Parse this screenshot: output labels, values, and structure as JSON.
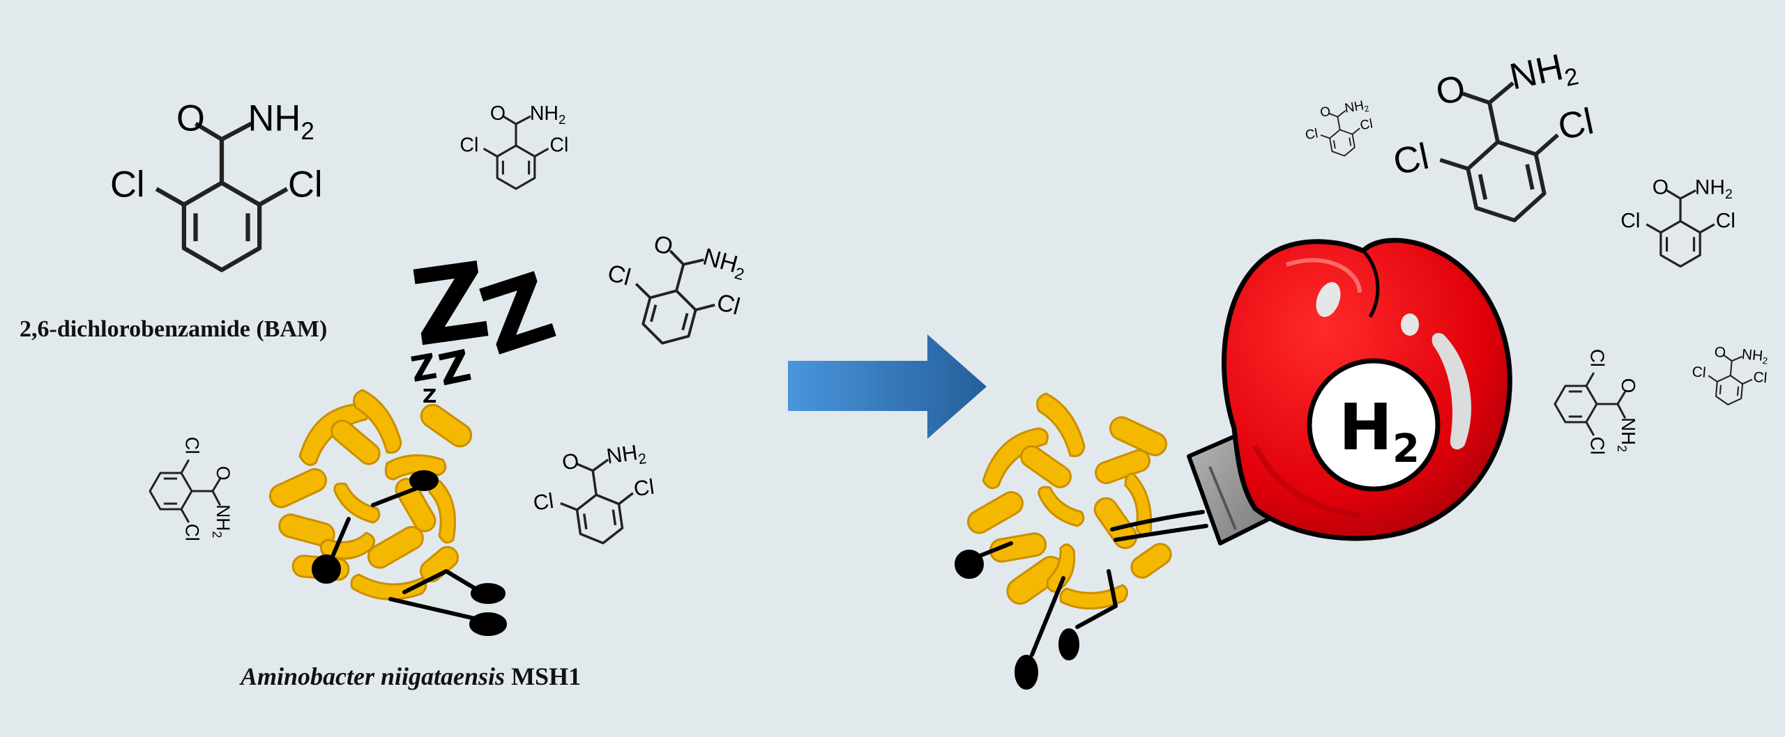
{
  "labels": {
    "compound": "2,6-dichlorobenzamide (BAM)",
    "organism_italic": "Aminobacter niigataensis",
    "organism_strain": " MSH1"
  },
  "molecule": {
    "amide_o": "O",
    "amide_n": "NH",
    "amide_sub": "2",
    "halogen": "Cl"
  },
  "sleep": {
    "big": "Z",
    "small": "Z"
  },
  "glove": {
    "label": "H",
    "subscript": "2"
  },
  "colors": {
    "background": "#e2e9ed",
    "bacteria": "#f5b800",
    "glove": "#e8000a",
    "arrow": "#3b7fc8"
  }
}
